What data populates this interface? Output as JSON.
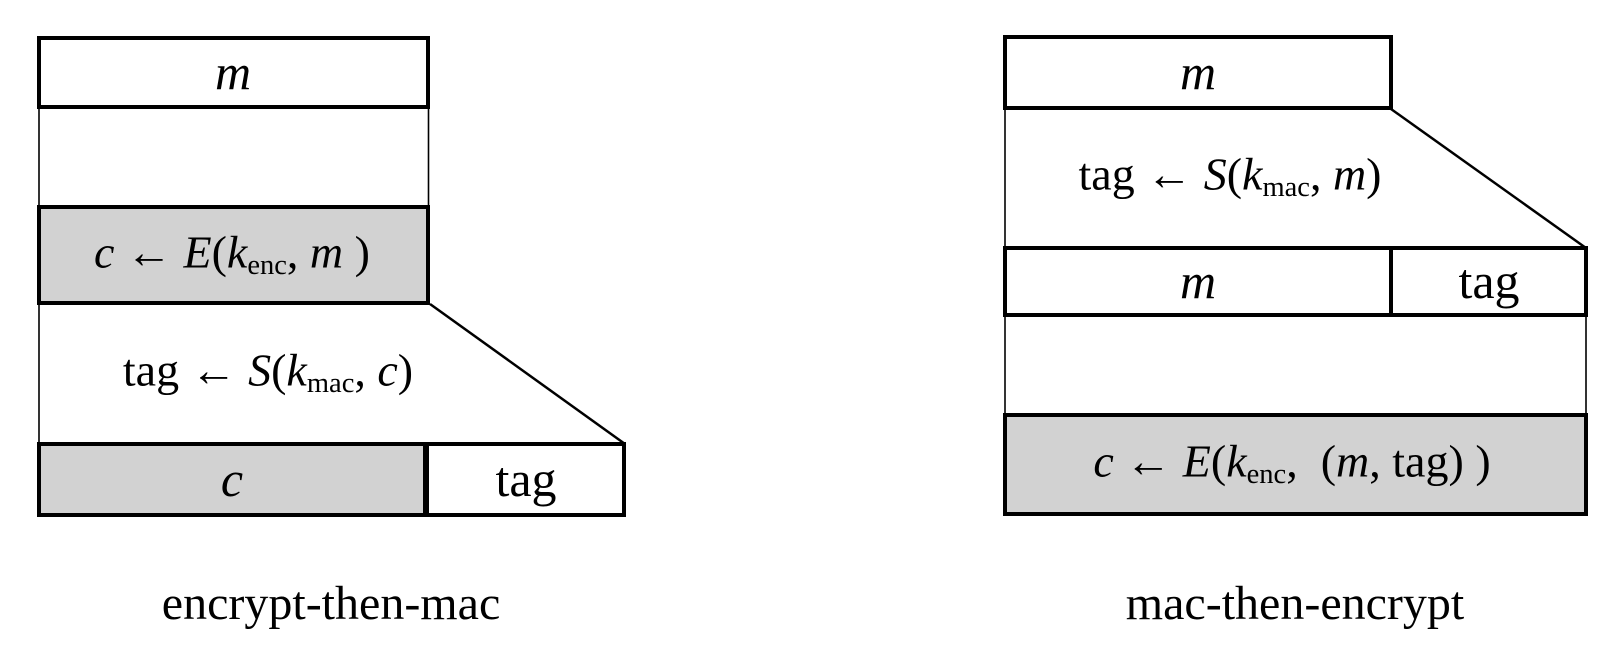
{
  "colors": {
    "fill_gray": "#d2d2d2",
    "fill_white": "#ffffff",
    "stroke": "#000000",
    "background": "#ffffff"
  },
  "left": {
    "top_box_label": "m",
    "encrypt_formula": {
      "lhs": "c",
      "arrow": " ← ",
      "func": "E",
      "open": "(",
      "key": "k",
      "key_sub": "enc",
      "sep": ", ",
      "arg": "m",
      "close": " )"
    },
    "mac_formula": {
      "lhs": "tag",
      "arrow": " ← ",
      "func": "S",
      "open": "(",
      "key": "k",
      "key_sub": "mac",
      "sep": ", ",
      "arg": "c",
      "close": ")"
    },
    "output_cipher_label": "c",
    "output_tag_label": "tag",
    "caption": "encrypt-then-mac"
  },
  "right": {
    "top_box_label": "m",
    "mac_formula": {
      "lhs": "tag",
      "arrow": " ← ",
      "func": "S",
      "open": "(",
      "key": "k",
      "key_sub": "mac",
      "sep": ", ",
      "arg": "m",
      "close": ")"
    },
    "middle_m_label": "m",
    "middle_tag_label": "tag",
    "encrypt_formula": {
      "lhs": "c",
      "arrow": " ← ",
      "func": "E",
      "open": "(",
      "key": "k",
      "key_sub": "enc",
      "sep": ",  ",
      "pair_open": "(",
      "pair_m": "m",
      "pair_sep": ", ",
      "pair_tag": "tag",
      "pair_close": ")",
      "close": " )"
    },
    "caption": "mac-then-encrypt"
  }
}
